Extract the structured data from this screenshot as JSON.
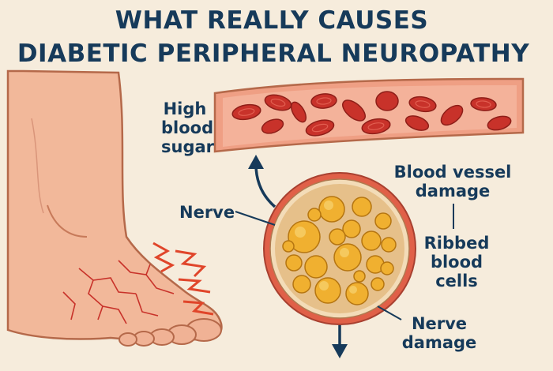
{
  "title": {
    "line1": "WHAT REALLY CAUSES",
    "line2": "DIABETIC PERIPHERAL NEUROPATHY"
  },
  "labels": {
    "high_blood_sugar_1": "High",
    "high_blood_sugar_2": "blood",
    "high_blood_sugar_3": "sugar",
    "vessel_damage_1": "Blood vessel",
    "vessel_damage_2": "damage",
    "nerve": "Nerve",
    "ribbed_1": "Ribbed",
    "ribbed_2": "blood cells",
    "nerve_damage_1": "Nerve",
    "nerve_damage_2": "damage"
  },
  "colors": {
    "title": "#163a5a",
    "background": "#f6ecdc",
    "vessel": "#e8896f",
    "blood_cell": "#c8322a",
    "nerve_fiber": "#f0b030",
    "skin": "#f2b89a",
    "pain": "#e0452a"
  }
}
